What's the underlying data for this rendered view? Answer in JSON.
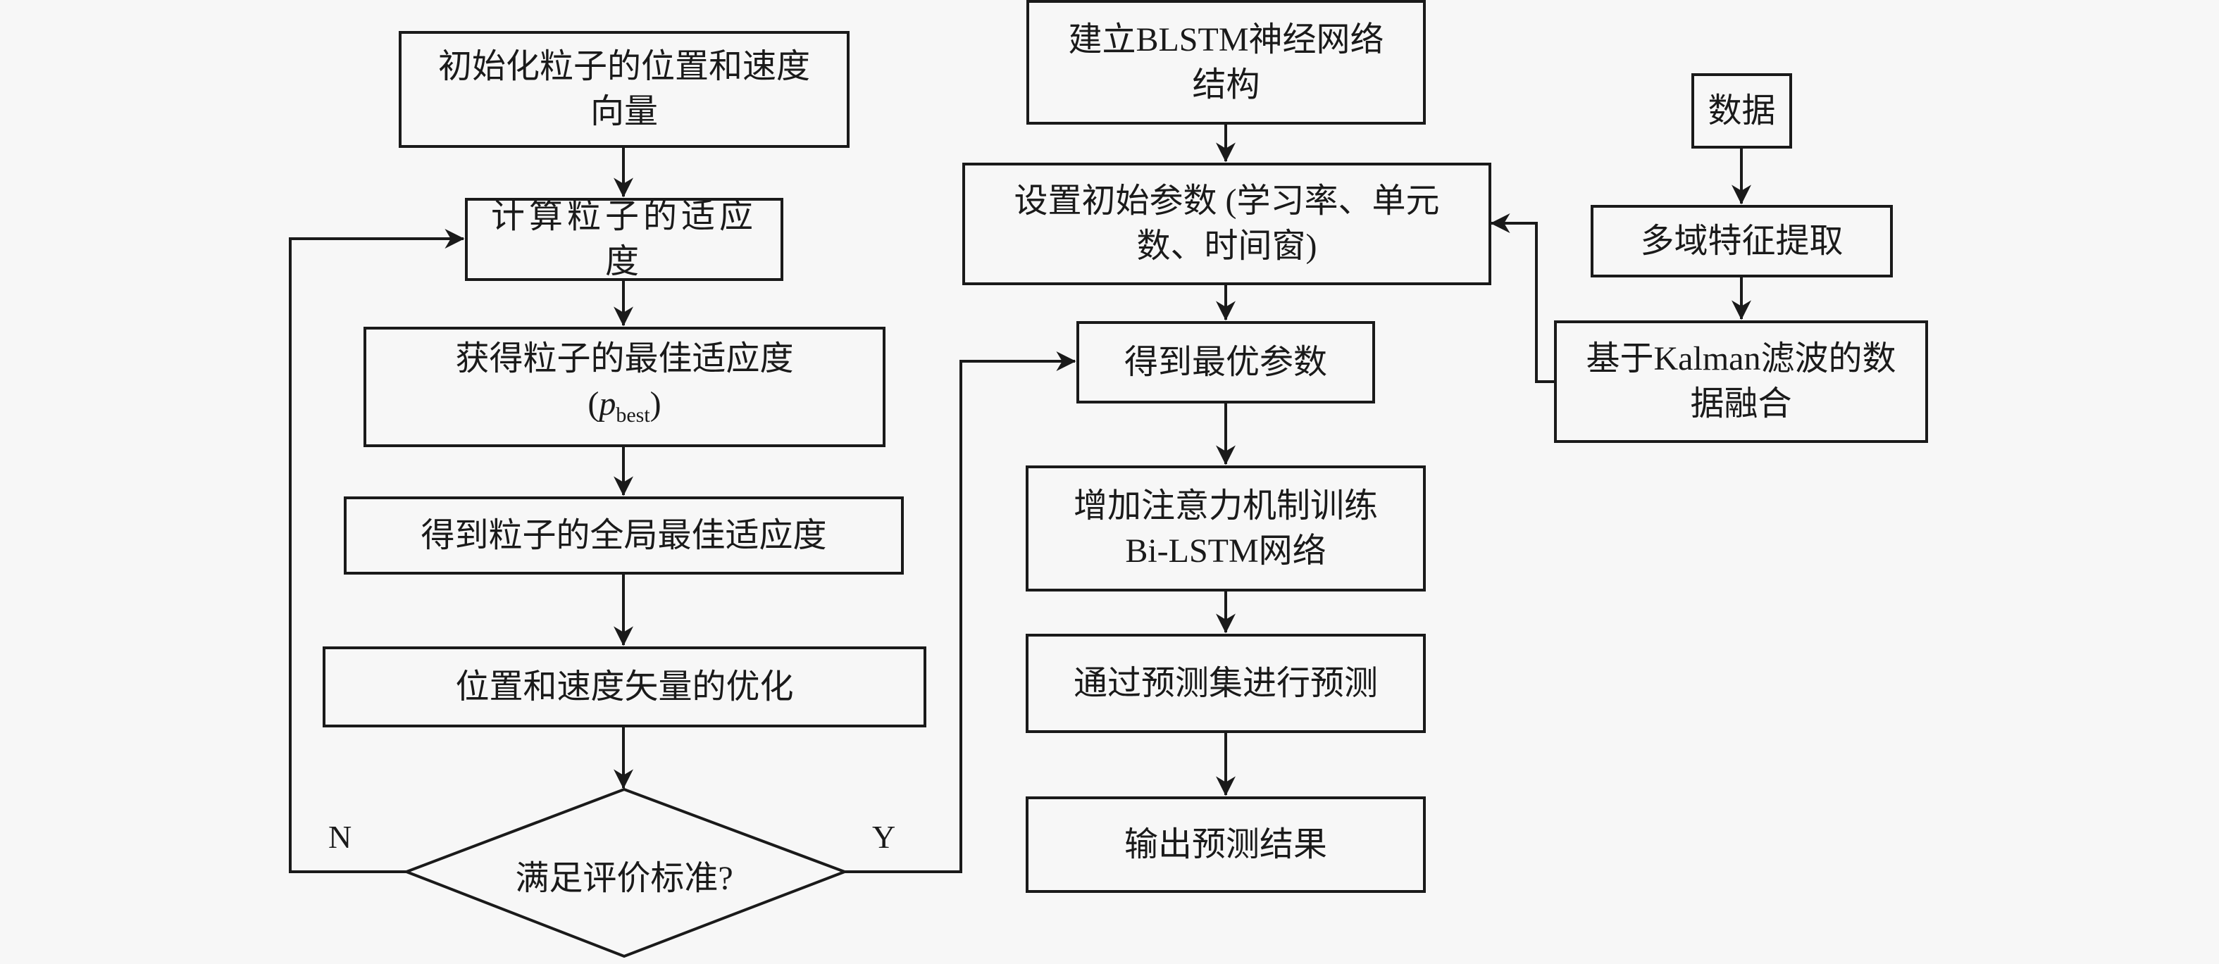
{
  "diagram": {
    "type": "flowchart",
    "pso_branch": {
      "init": "初始化粒子的位置和速度向量",
      "compute_fitness": "计算粒子的适应度",
      "best_fitness_line1": "获得粒子的最佳适应度",
      "best_fitness_var": "p",
      "best_fitness_sub": "best",
      "global_best": "得到粒子的全局最佳适应度",
      "optimize": "位置和速度矢量的优化",
      "decision": "满足评价标准?",
      "no_label": "N",
      "yes_label": "Y"
    },
    "model_branch": {
      "build": "建立BLSTM神经网络结构",
      "set_params": "设置初始参数 (学习率、单元数、时间窗)",
      "optimal_params": "得到最优参数",
      "train": "增加注意力机制训练Bi-LSTM网络",
      "predict": "通过预测集进行预测",
      "output": "输出预测结果"
    },
    "data_branch": {
      "data": "数据",
      "features": "多域特征提取",
      "fusion": "基于Kalman滤波的数据融合"
    },
    "edges": [
      {
        "from": "init",
        "to": "compute_fitness"
      },
      {
        "from": "compute_fitness",
        "to": "best_fitness"
      },
      {
        "from": "best_fitness",
        "to": "global_best"
      },
      {
        "from": "global_best",
        "to": "optimize"
      },
      {
        "from": "optimize",
        "to": "decision"
      },
      {
        "from": "decision",
        "to": "compute_fitness",
        "label": "N"
      },
      {
        "from": "decision",
        "to": "optimal_params",
        "label": "Y"
      },
      {
        "from": "build",
        "to": "set_params"
      },
      {
        "from": "set_params",
        "to": "optimal_params"
      },
      {
        "from": "optimal_params",
        "to": "train"
      },
      {
        "from": "train",
        "to": "predict"
      },
      {
        "from": "predict",
        "to": "output"
      },
      {
        "from": "data",
        "to": "features"
      },
      {
        "from": "features",
        "to": "fusion"
      },
      {
        "from": "fusion",
        "to": "set_params"
      }
    ],
    "colors": {
      "stroke": "#1a1a1a",
      "background": "#f7f7f7"
    }
  }
}
